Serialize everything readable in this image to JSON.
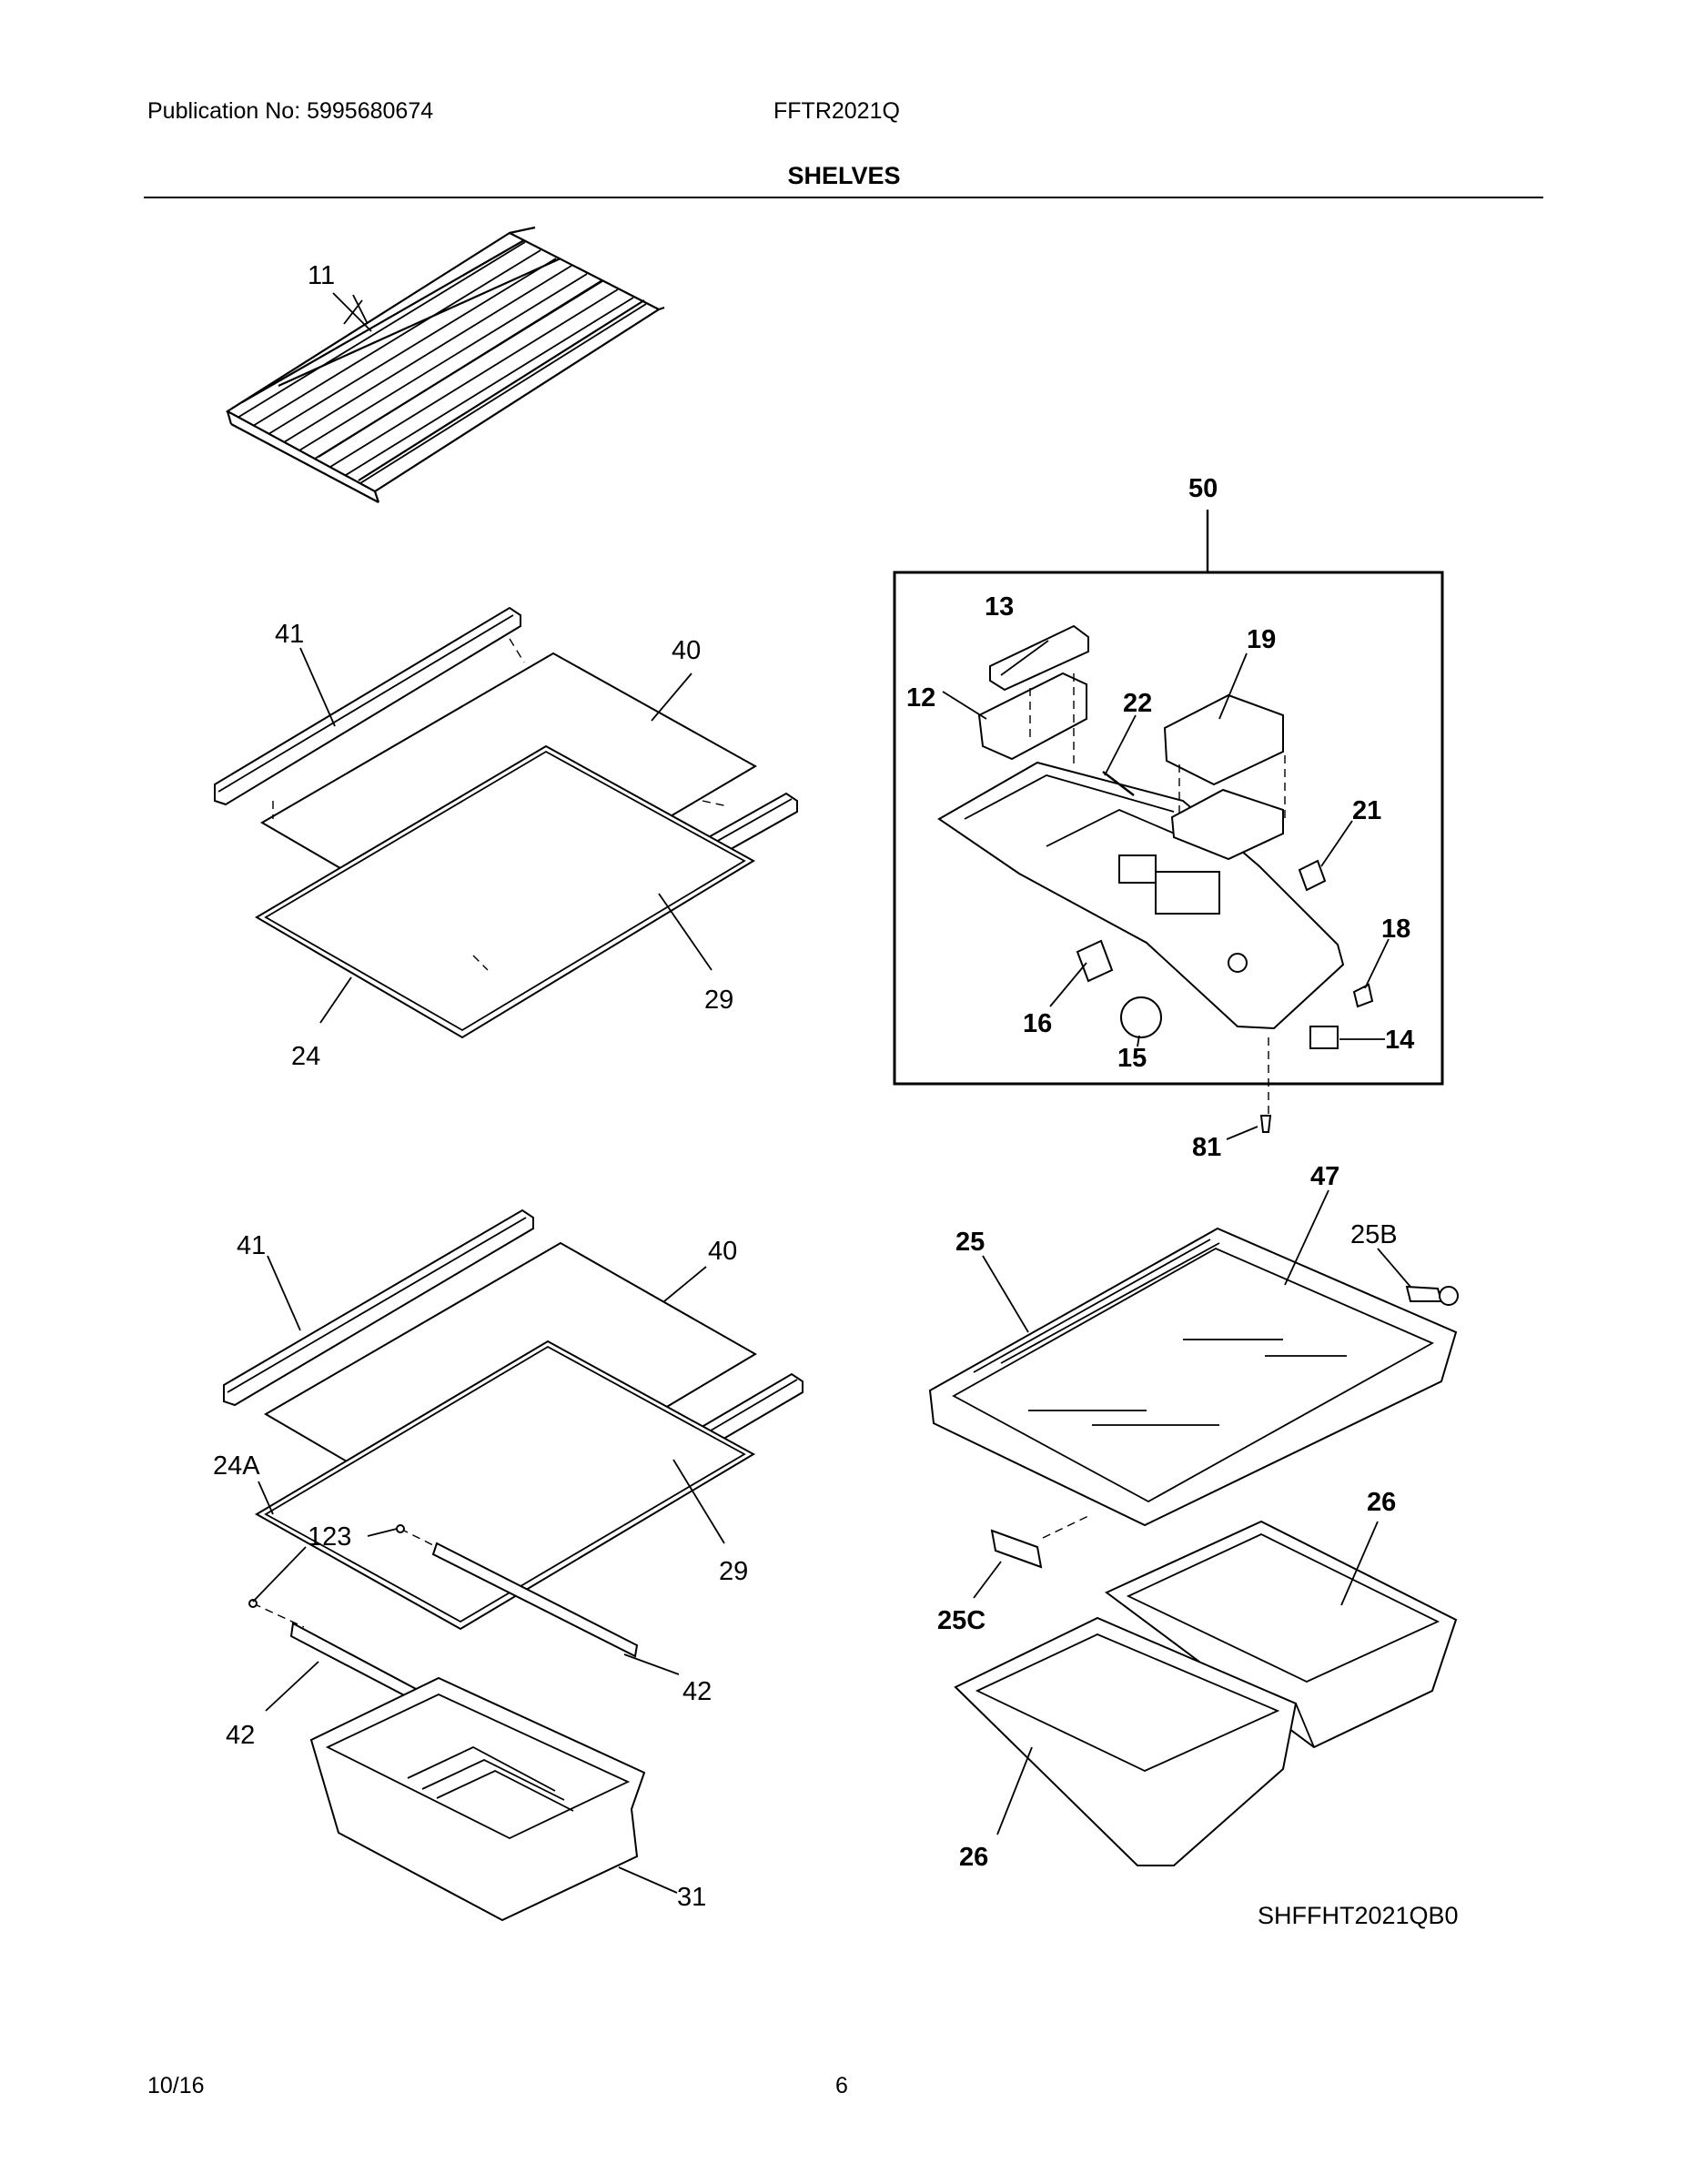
{
  "header": {
    "publication": "Publication No: 5995680674",
    "model": "FFTR2021Q",
    "section_title": "SHELVES"
  },
  "diagram": {
    "image_code": "SHFFHT2021QB0",
    "callouts": {
      "c11": "11",
      "c50": "50",
      "c13": "13",
      "c19": "19",
      "c12": "12",
      "c22": "22",
      "c21": "21",
      "c18": "18",
      "c16": "16",
      "c14": "14",
      "c15": "15",
      "c81": "81",
      "t41": "41",
      "t40": "40",
      "t29": "29",
      "t24": "24",
      "b41": "41",
      "b40": "40",
      "b24A": "24A",
      "b123": "123",
      "b29": "29",
      "b42r": "42",
      "b42l": "42",
      "b31": "31",
      "c47": "47",
      "c25": "25",
      "c25B": "25B",
      "c26a": "26",
      "c25C": "25C",
      "c26b": "26"
    }
  },
  "footer": {
    "date": "10/16",
    "page": "6"
  }
}
